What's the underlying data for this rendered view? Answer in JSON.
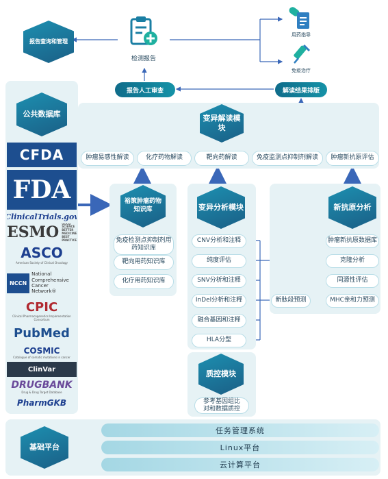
{
  "top": {
    "report_query": "报告查询和管理",
    "test_report": "检测报告",
    "medication_guide": "用药指导",
    "immunotherapy": "免疫治疗",
    "manual_review": "报告人工审查",
    "interpretation_layout": "解读结果排版"
  },
  "public_db": {
    "title": "公共数据库",
    "logos": [
      {
        "name": "CFDA",
        "icon": "cfda-logo"
      },
      {
        "name": "FDA",
        "icon": "fda-logo"
      },
      {
        "name": "ClinicalTrials.gov",
        "icon": "clinicaltrials-logo"
      },
      {
        "name": "ESMO",
        "sub": "GOOD SCIENCE BETTER MEDICINE BEST PRACTICE",
        "icon": "esmo-logo"
      },
      {
        "name": "ASCO",
        "sub": "American Society of Clinical Oncology",
        "icon": "asco-logo"
      },
      {
        "name": "NCCN",
        "sub": "National Comprehensive Cancer Network®",
        "icon": "nccn-logo"
      },
      {
        "name": "CPIC",
        "sub": "Clinical Pharmacogenetics Implementation Consortium",
        "icon": "cpic-logo"
      },
      {
        "name": "PubMed",
        "icon": "pubmed-logo"
      },
      {
        "name": "COSMIC",
        "sub": "Catalogue of somatic mutations in cancer",
        "icon": "cosmic-logo"
      },
      {
        "name": "ClinVar",
        "icon": "clinvar-logo"
      },
      {
        "name": "DRUGBANK",
        "sub": "Drug & Drug Target Database",
        "icon": "drugbank-logo"
      },
      {
        "name": "PharmGKB",
        "icon": "pharmgkb-logo"
      }
    ]
  },
  "interpret": {
    "title": "变异解读模块",
    "items": [
      "肿瘤易感性解读",
      "化疗药物解读",
      "靶向药解读",
      "免疫监测点抑制剂解读",
      "肿瘤新抗原评估"
    ]
  },
  "knowledge": {
    "title": "裕策肿瘤药物知识库",
    "items": [
      "免疫检测点抑制剂用药知识库",
      "靶向用药知识库",
      "化疗用药知识库"
    ]
  },
  "variant": {
    "title": "变异分析模块",
    "items": [
      "CNV分析和注释",
      "纯度评估",
      "SNV分析和注释",
      "InDel分析和注释",
      "融合基因和注释",
      "HLA分型"
    ]
  },
  "neoantigen": {
    "title": "新抗原分析",
    "items": [
      "肿瘤新抗原数据库",
      "克隆分析",
      "同源性评估",
      "MHC亲和力预测"
    ],
    "peptide": "新肽段预测"
  },
  "qc": {
    "title": "质控模块",
    "item": "参考基因组比对和数据质控"
  },
  "base": {
    "title": "基础平台",
    "bars": [
      "任务管理系统",
      "Linux平台",
      "云计算平台"
    ]
  },
  "colors": {
    "accent": "#1a7ea3",
    "panel": "#e6f2f5",
    "arrow": "#3a67b8"
  }
}
